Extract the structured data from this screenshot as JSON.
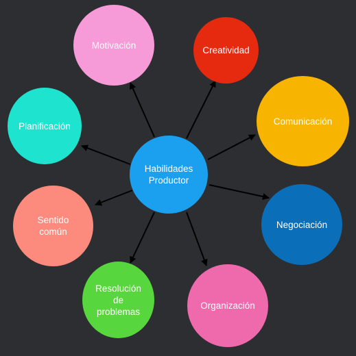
{
  "diagram": {
    "center": {
      "label": "Habilidades\nProductor",
      "color": "#1aa0ee"
    },
    "nodes": [
      {
        "id": "motivacion",
        "label": "Motivación",
        "color": "#f69ad8"
      },
      {
        "id": "creatividad",
        "label": "Creatividad",
        "color": "#e52a10"
      },
      {
        "id": "comunicacion",
        "label": "Comunicación",
        "color": "#f7b400"
      },
      {
        "id": "planificacion",
        "label": "Planificación",
        "color": "#1de3cf"
      },
      {
        "id": "negociacion",
        "label": "Negociación",
        "color": "#0a6fb8"
      },
      {
        "id": "sentido",
        "label": "Sentido\ncomún",
        "color": "#fc8a7d"
      },
      {
        "id": "resolucion",
        "label": "Resolución\nde\nproblemas",
        "color": "#58d63d"
      },
      {
        "id": "organizacion",
        "label": "Organización",
        "color": "#ef69ad"
      }
    ],
    "arrow_color": "#000000"
  }
}
